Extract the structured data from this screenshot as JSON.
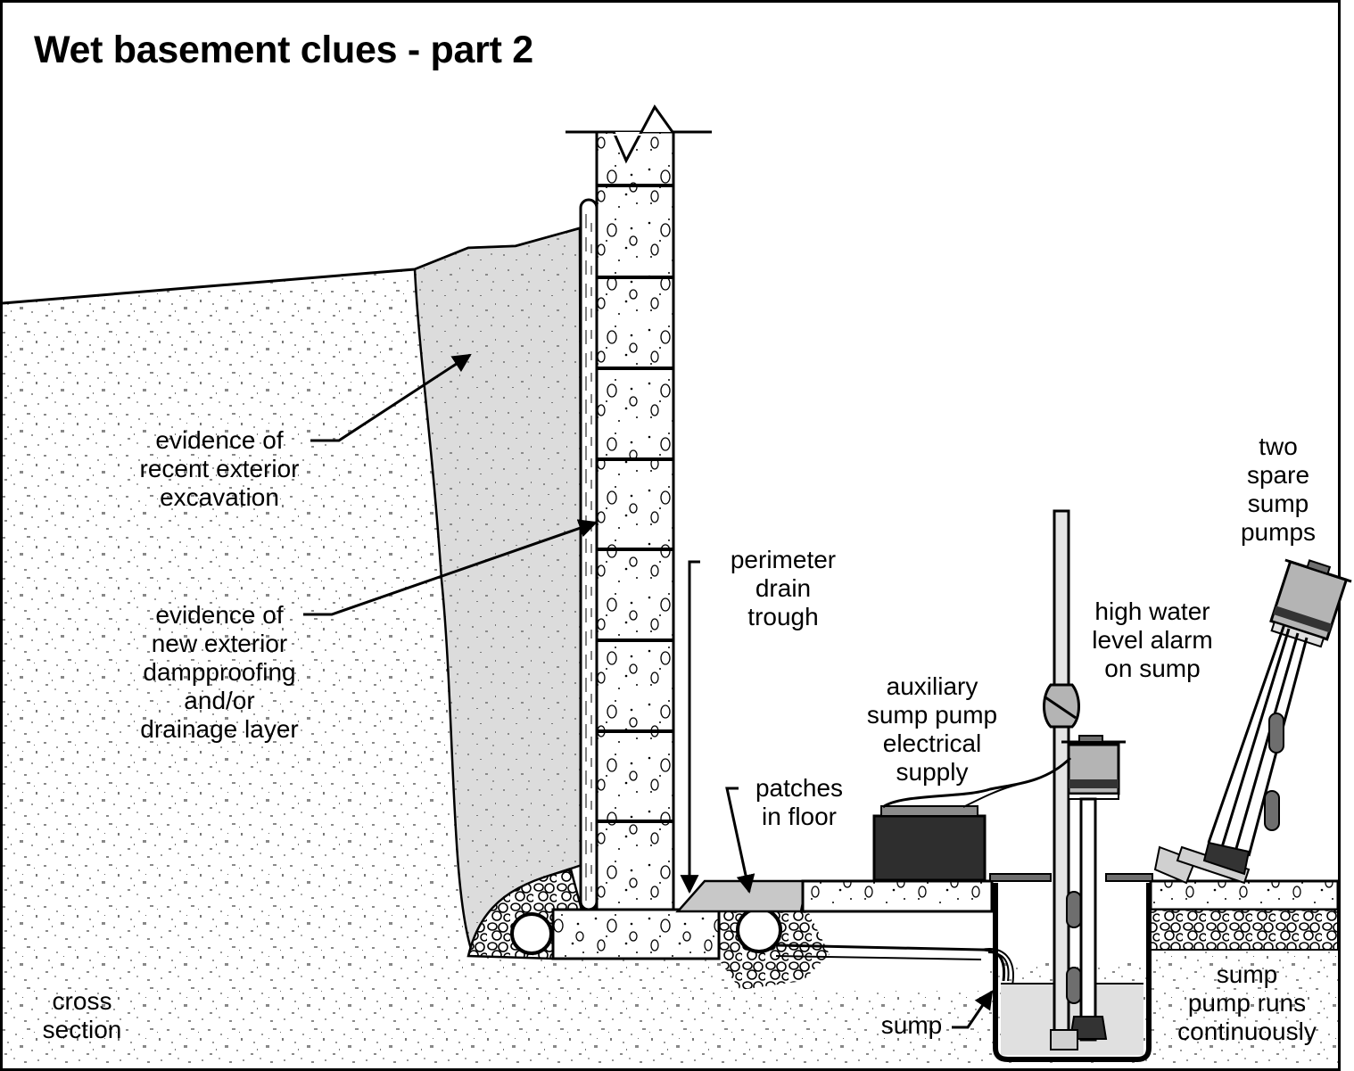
{
  "title": "Wet basement clues - part 2",
  "labels": {
    "excavation": "evidence of\nrecent exterior\nexcavation",
    "dampproofing": "evidence of\nnew exterior\ndampproofing\nand/or\ndrainage layer",
    "perimeter_drain": "perimeter\ndrain\ntrough",
    "patches": "patches\nin floor",
    "aux_supply": "auxiliary\nsump pump\nelectrical\nsupply",
    "alarm": "high water\nlevel alarm\non sump",
    "spare_pumps": "two\nspare\nsump\npumps",
    "sump": "sump",
    "runs_continuously": "sump\npump runs\ncontinuously",
    "cross_section": "cross\nsection"
  },
  "colors": {
    "ink": "#000000",
    "soil_speckle": "#8a8a8a",
    "backfill": "#dcdcdc",
    "metal": "#b4b4b4",
    "dark_metal": "#6e6e6e",
    "battery": "#2e2e2e",
    "water": "#e0e0e0",
    "pipe": "#e4e4e4",
    "patch": "#c8c8c8"
  }
}
